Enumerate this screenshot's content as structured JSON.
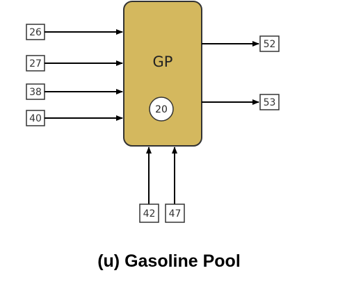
{
  "unit": {
    "name": "GP",
    "inner_id": "20",
    "fill_color": "#d4b85e",
    "border_color": "#333333"
  },
  "inputs_left": [
    "26",
    "27",
    "38",
    "40"
  ],
  "inputs_bottom": [
    "42",
    "47"
  ],
  "outputs_right": [
    "52",
    "53"
  ],
  "caption": "(u) Gasoline Pool"
}
